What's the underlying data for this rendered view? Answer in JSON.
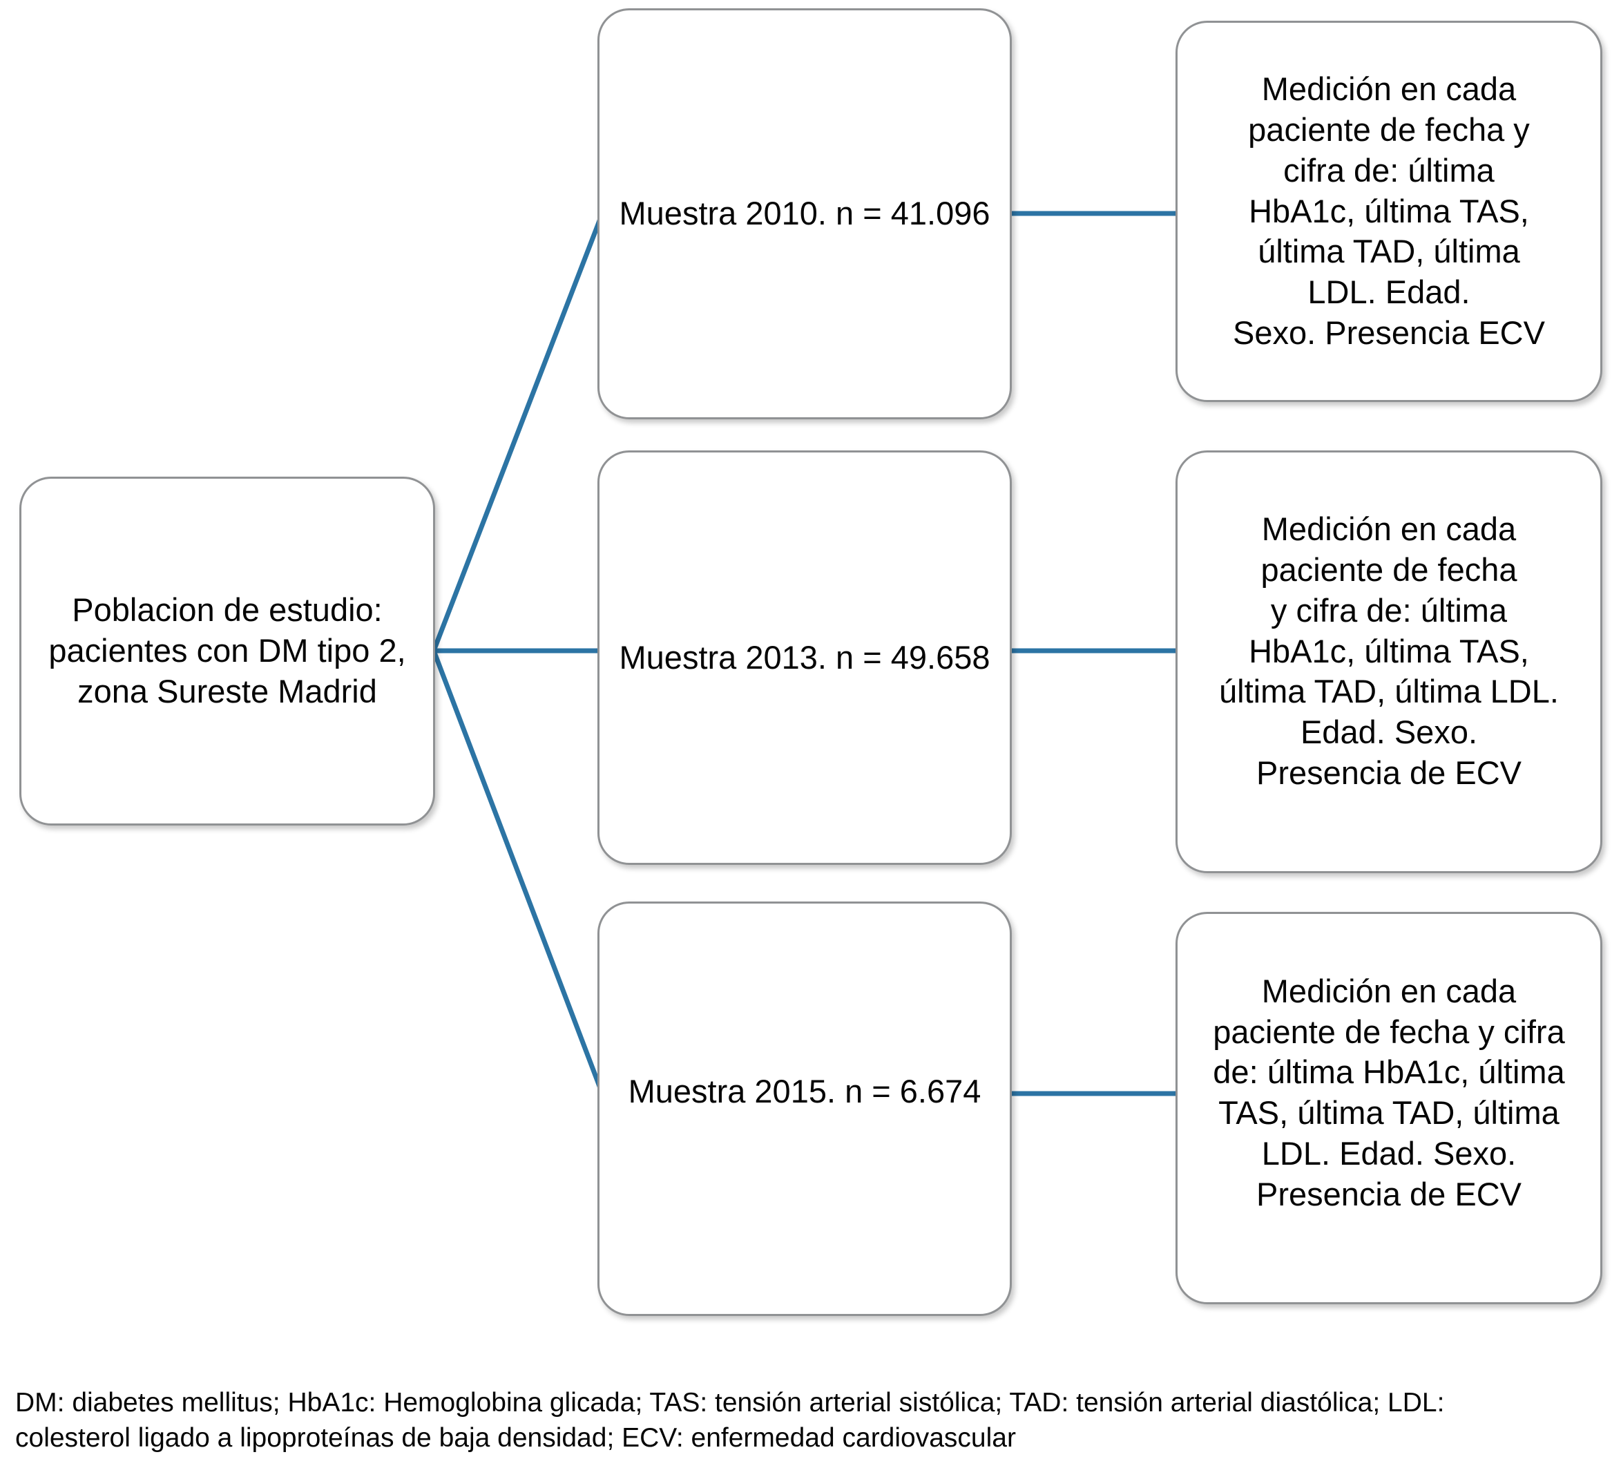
{
  "figure": {
    "population_box": {
      "text": "Poblacion de estudio:\npacientes con DM tipo 2,\nzona Sureste Madrid"
    },
    "samples": [
      {
        "label": "Muestra 2010. n = 41.096"
      },
      {
        "label": "Muestra 2013. n = 49.658"
      },
      {
        "label": "Muestra 2015. n = 6.674"
      }
    ],
    "measurements": [
      {
        "text": "Medición en cada\npaciente de fecha y\ncifra de: última\nHbA1c, última TAS,\núltima TAD, última\nLDL. Edad.\nSexo. Presencia ECV"
      },
      {
        "text": "Medición en cada\npaciente de fecha\ny cifra de: última\nHbA1c, última TAS,\núltima TAD, última LDL.\nEdad. Sexo.\nPresencia de ECV"
      },
      {
        "text": "Medición en cada\npaciente de fecha y cifra\nde: última HbA1c, última\nTAS, última TAD, última\nLDL. Edad. Sexo.\nPresencia de ECV"
      }
    ],
    "footnote": {
      "line1": "DM: diabetes mellitus; HbA1c: Hemoglobina glicada; TAS: tensión arterial sistólica; TAD: tensión arterial diastólica; LDL:",
      "line2": "colesterol ligado a lipoproteínas de baja densidad; ECV: enfermedad cardiovascular"
    },
    "colors": {
      "connector": "#2c74a4",
      "box_border": "#909294",
      "text": "#050505"
    }
  }
}
